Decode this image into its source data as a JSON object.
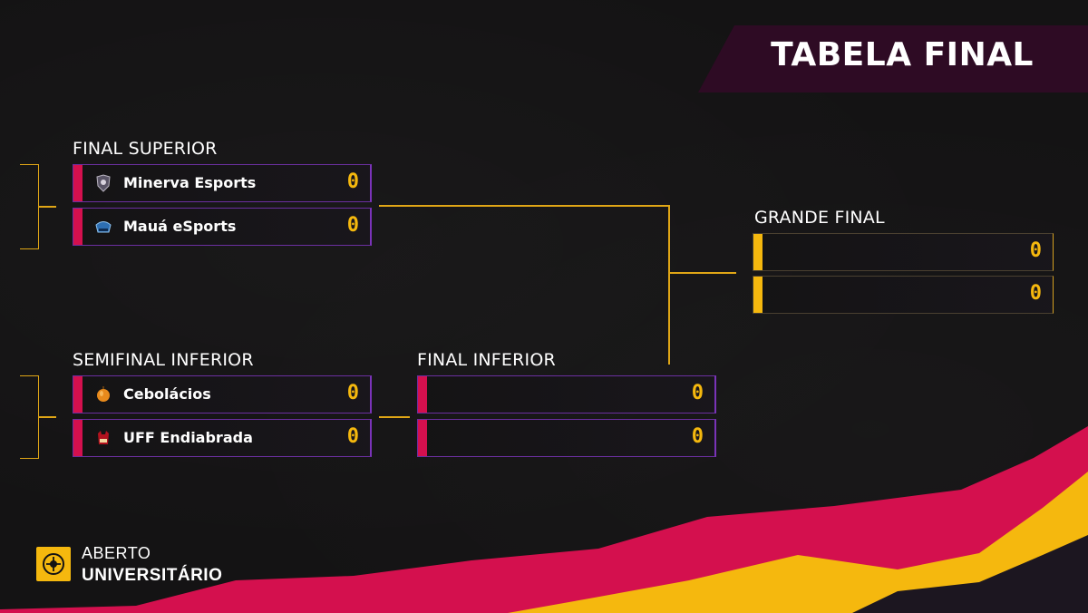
{
  "title": "TABELA FINAL",
  "sections": {
    "final_superior": "FINAL SUPERIOR",
    "semifinal_inferior": "SEMIFINAL INFERIOR",
    "final_inferior": "FINAL INFERIOR",
    "grande_final": "GRANDE FINAL"
  },
  "matches": {
    "final_superior": [
      {
        "team": "Minerva Esports",
        "score": "0",
        "icon": "minerva-logo"
      },
      {
        "team": "Mauá eSports",
        "score": "0",
        "icon": "maua-logo"
      }
    ],
    "semifinal_inferior": [
      {
        "team": "Cebolácios",
        "score": "0",
        "icon": "onion-logo"
      },
      {
        "team": "UFF Endiabrada",
        "score": "0",
        "icon": "uff-logo"
      }
    ],
    "final_inferior": [
      {
        "team": "",
        "score": "0"
      },
      {
        "team": "",
        "score": "0"
      }
    ],
    "grande_final": [
      {
        "team": "",
        "score": "0"
      },
      {
        "team": "",
        "score": "0"
      }
    ]
  },
  "brand": {
    "line1": "ABERTO",
    "line2": "UNIVERSITÁRIO"
  },
  "colors": {
    "accent_pink": "#d4104e",
    "accent_yellow": "#f5b80e",
    "border_purple": "#6b2fa0",
    "banner": "#2e0b24"
  }
}
